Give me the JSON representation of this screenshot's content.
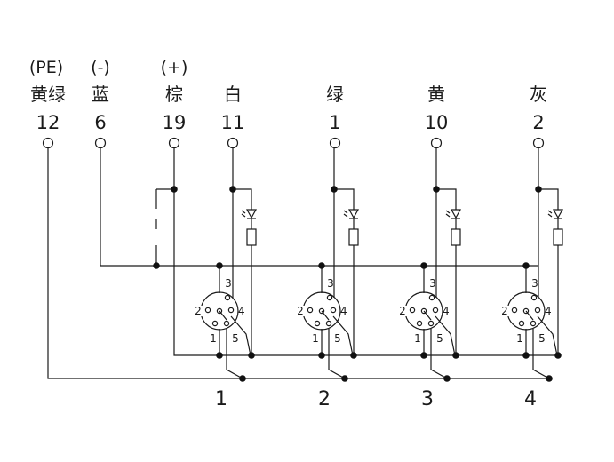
{
  "terminals": [
    {
      "signal": "(PE)",
      "color": "黄绿",
      "number": "12"
    },
    {
      "signal": "(-)",
      "color": "蓝",
      "number": "6"
    },
    {
      "signal": "(+)",
      "color": "棕",
      "number": "19"
    },
    {
      "signal": "",
      "color": "白",
      "number": "11"
    },
    {
      "signal": "",
      "color": "绿",
      "number": "1"
    },
    {
      "signal": "",
      "color": "黄",
      "number": "10"
    },
    {
      "signal": "",
      "color": "灰",
      "number": "2"
    }
  ],
  "connectors": [
    {
      "label": "1",
      "pins": {
        "p1": "1",
        "p2": "2",
        "p3": "3",
        "p4": "4",
        "p5": "5"
      }
    },
    {
      "label": "2",
      "pins": {
        "p1": "1",
        "p2": "2",
        "p3": "3",
        "p4": "4",
        "p5": "5"
      }
    },
    {
      "label": "3",
      "pins": {
        "p1": "1",
        "p2": "2",
        "p3": "3",
        "p4": "4",
        "p5": "5"
      }
    },
    {
      "label": "4",
      "pins": {
        "p1": "1",
        "p2": "2",
        "p3": "3",
        "p4": "4",
        "p5": "5"
      }
    }
  ],
  "colors": {
    "line": "#1a1a1a",
    "background": "#ffffff"
  }
}
